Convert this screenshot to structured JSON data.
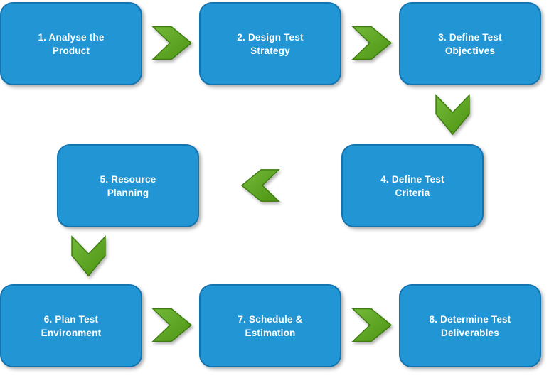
{
  "diagram": {
    "colors": {
      "background": "#ffffff",
      "box_fill": "#2296d4",
      "box_border": "#1474b0",
      "box_text": "#ffffff",
      "arrow_fill_light": "#74b93a",
      "arrow_fill_dark": "#4d9412",
      "arrow_border": "#3d7d0e"
    },
    "steps": [
      {
        "label": "1. Analyse the Product",
        "line1": "1. Analyse the",
        "line2": "Product"
      },
      {
        "label": "2. Design Test Strategy",
        "line1": "2. Design Test",
        "line2": "Strategy"
      },
      {
        "label": "3. Define Test Objectives",
        "line1": "3. Define Test",
        "line2": "Objectives"
      },
      {
        "label": "4. Define Test Criteria",
        "line1": "4. Define Test",
        "line2": "Criteria"
      },
      {
        "label": "5. Resource Planning",
        "line1": "5. Resource",
        "line2": "Planning"
      },
      {
        "label": "6. Plan Test Environment",
        "line1": "6. Plan Test",
        "line2": "Environment"
      },
      {
        "label": "7. Schedule & Estimation",
        "line1": "7. Schedule &",
        "line2": "Estimation"
      },
      {
        "label": "8. Determine Test Deliverables",
        "line1": "8. Determine Test",
        "line2": "Deliverables"
      }
    ],
    "connectors": [
      {
        "from_step": 1,
        "to_step": 2,
        "direction": "right"
      },
      {
        "from_step": 2,
        "to_step": 3,
        "direction": "right"
      },
      {
        "from_step": 3,
        "to_step": 4,
        "direction": "down"
      },
      {
        "from_step": 4,
        "to_step": 5,
        "direction": "left"
      },
      {
        "from_step": 5,
        "to_step": 6,
        "direction": "down"
      },
      {
        "from_step": 6,
        "to_step": 7,
        "direction": "right"
      },
      {
        "from_step": 7,
        "to_step": 8,
        "direction": "right"
      }
    ]
  }
}
